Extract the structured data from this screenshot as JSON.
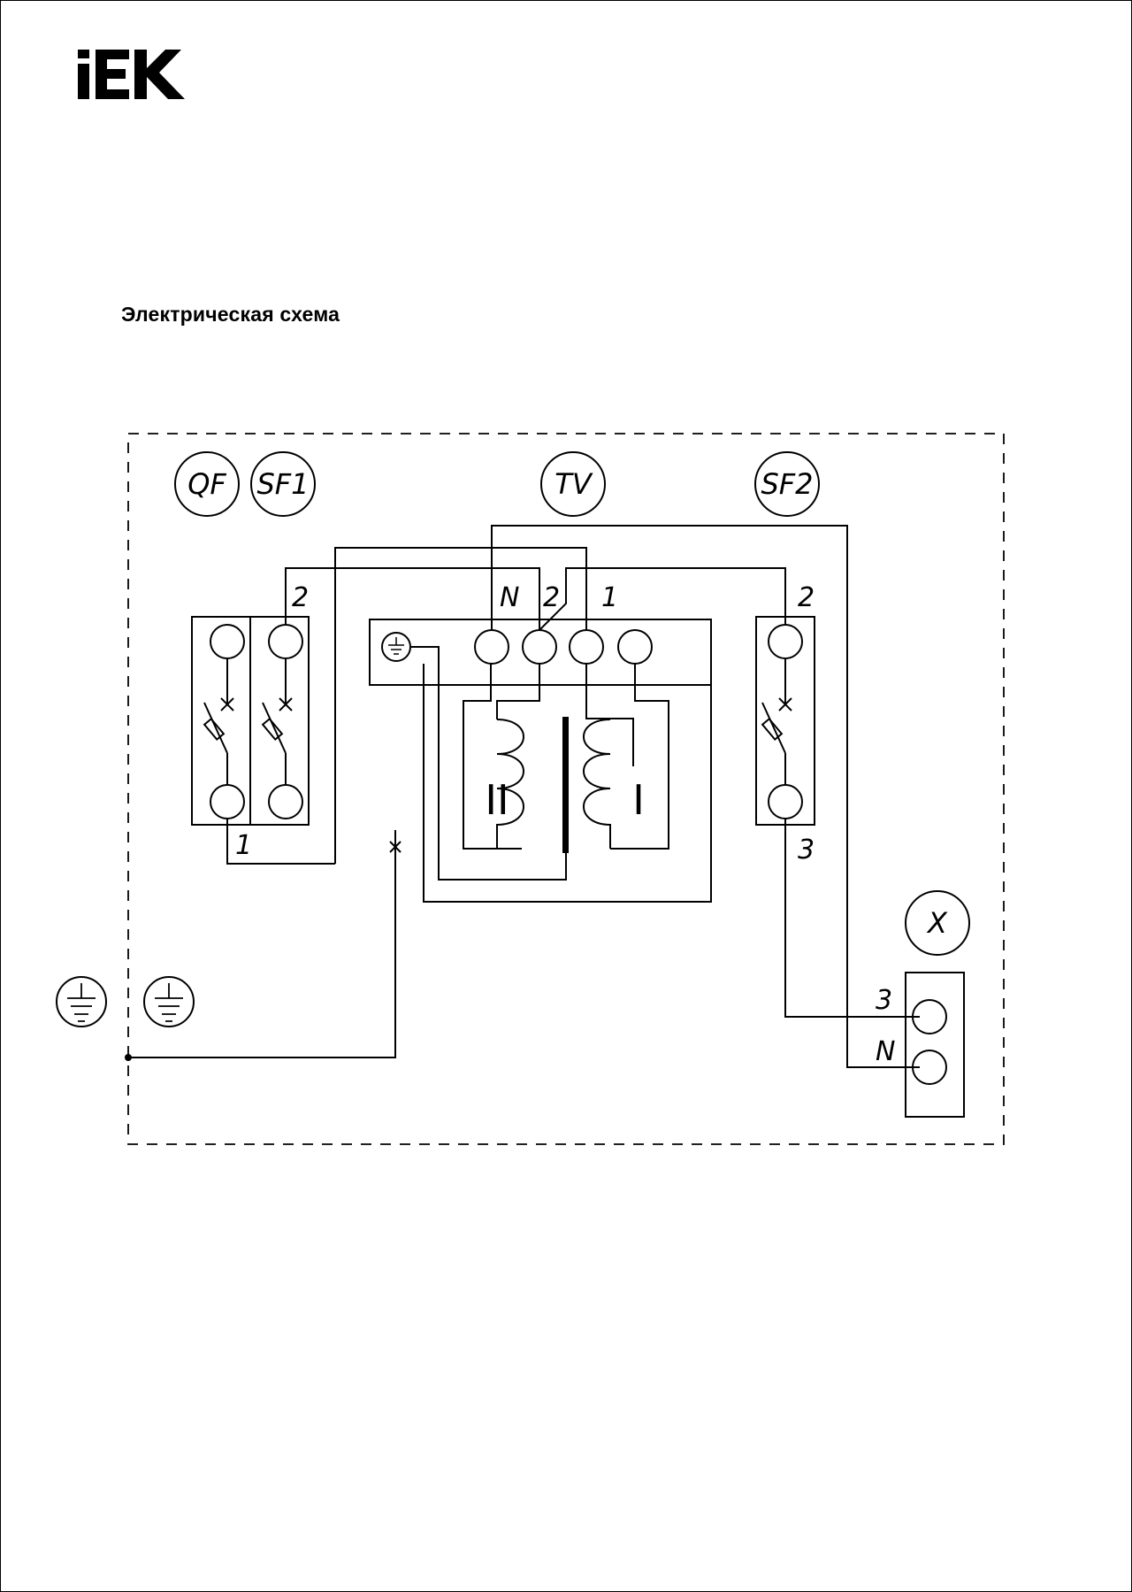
{
  "brand": {
    "logo_text": "IEK"
  },
  "page": {
    "title": "Электрическая схема"
  },
  "components": {
    "qf": "QF",
    "sf1": "SF1",
    "tv": "TV",
    "sf2": "SF2",
    "x": "X"
  },
  "terminals": {
    "sf1_top": "2",
    "qf_bottom": "1",
    "tv_n": "N",
    "tv_2": "2",
    "tv_1": "1",
    "sf2_top": "2",
    "sf2_bottom": "3",
    "x_3": "3",
    "x_n": "N"
  },
  "windings": {
    "secondary": "II",
    "primary": "I"
  },
  "colors": {
    "line": "#000000",
    "background": "#ffffff"
  }
}
